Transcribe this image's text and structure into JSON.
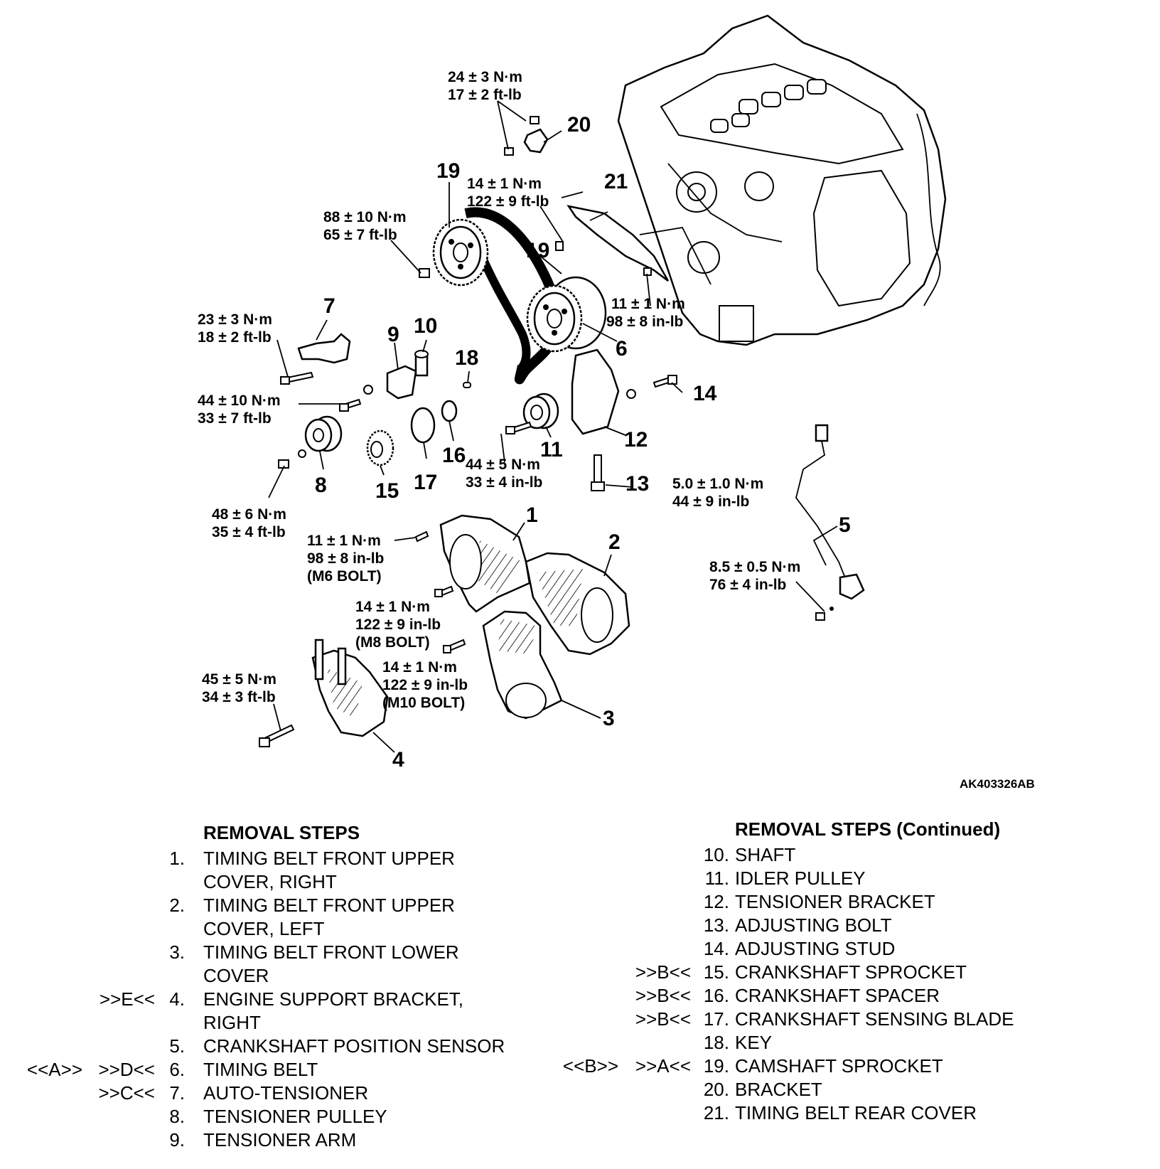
{
  "figure": {
    "id": "AK403326AB",
    "callouts": {
      "c1": "1",
      "c2": "2",
      "c3": "3",
      "c4": "4",
      "c5": "5",
      "c6": "6",
      "c7": "7",
      "c8": "8",
      "c9": "9",
      "c10": "10",
      "c11": "11",
      "c12": "12",
      "c13": "13",
      "c14": "14",
      "c15": "15",
      "c16": "16",
      "c17": "17",
      "c18": "18",
      "c19a": "19",
      "c19b": "19",
      "c20": "20",
      "c21": "21"
    },
    "torques": {
      "t20": [
        "24 ± 3 N·m",
        "17 ± 2 ft-lb"
      ],
      "t19a": [
        "88 ± 10 N·m",
        "65 ± 7 ft-lb"
      ],
      "t19b": [
        "14 ± 1 N·m",
        "122 ± 9 ft-lb"
      ],
      "t21": [
        "11 ± 1 N·m",
        "98 ± 8 in-lb"
      ],
      "t7": [
        "23 ± 3 N·m",
        "18 ± 2 ft-lb"
      ],
      "t9": [
        "44 ± 10 N·m",
        "33 ± 7 ft-lb"
      ],
      "t11": [
        "44 ± 5 N·m",
        "33 ± 4 in-lb"
      ],
      "t13": [
        "5.0 ± 1.0 N·m",
        "44 ± 9 in-lb"
      ],
      "t8": [
        "48 ± 6 N·m",
        "35 ± 4 ft-lb"
      ],
      "t1": [
        "11 ± 1 N·m",
        "98 ± 8 in-lb",
        "(M6 BOLT)"
      ],
      "t2": [
        "14 ± 1 N·m",
        "122 ± 9 in-lb",
        "(M8 BOLT)"
      ],
      "t3": [
        "14 ± 1 N·m",
        "122 ± 9 in-lb",
        "(M10 BOLT)"
      ],
      "t4": [
        "45 ± 5 N·m",
        "34 ± 3 ft-lb"
      ],
      "t5": [
        "8.5 ± 0.5 N·m",
        "76 ± 4 in-lb"
      ]
    }
  },
  "removal_steps": {
    "title": "REMOVAL STEPS",
    "items": [
      {
        "marker1": "",
        "marker2": "",
        "num": "1.",
        "lines": [
          "TIMING BELT FRONT UPPER",
          "COVER, RIGHT"
        ]
      },
      {
        "marker1": "",
        "marker2": "",
        "num": "2.",
        "lines": [
          "TIMING BELT FRONT UPPER",
          "COVER, LEFT"
        ]
      },
      {
        "marker1": "",
        "marker2": "",
        "num": "3.",
        "lines": [
          "TIMING BELT FRONT LOWER",
          "COVER"
        ]
      },
      {
        "marker1": "",
        "marker2": ">>E<<",
        "num": "4.",
        "lines": [
          "ENGINE SUPPORT BRACKET,",
          "RIGHT"
        ]
      },
      {
        "marker1": "",
        "marker2": "",
        "num": "5.",
        "lines": [
          "CRANKSHAFT POSITION SENSOR"
        ]
      },
      {
        "marker1": "<<A>>",
        "marker2": ">>D<<",
        "num": "6.",
        "lines": [
          "TIMING BELT"
        ]
      },
      {
        "marker1": "",
        "marker2": ">>C<<",
        "num": "7.",
        "lines": [
          "AUTO-TENSIONER"
        ]
      },
      {
        "marker1": "",
        "marker2": "",
        "num": "8.",
        "lines": [
          "TENSIONER PULLEY"
        ]
      },
      {
        "marker1": "",
        "marker2": "",
        "num": "9.",
        "lines": [
          "TENSIONER ARM"
        ]
      }
    ]
  },
  "removal_steps_continued": {
    "title": "REMOVAL STEPS (Continued)",
    "items": [
      {
        "marker1": "",
        "marker2": "",
        "num": "10.",
        "text": "SHAFT"
      },
      {
        "marker1": "",
        "marker2": "",
        "num": "11.",
        "text": "IDLER PULLEY"
      },
      {
        "marker1": "",
        "marker2": "",
        "num": "12.",
        "text": "TENSIONER BRACKET"
      },
      {
        "marker1": "",
        "marker2": "",
        "num": "13.",
        "text": "ADJUSTING BOLT"
      },
      {
        "marker1": "",
        "marker2": "",
        "num": "14.",
        "text": "ADJUSTING STUD"
      },
      {
        "marker1": "",
        "marker2": ">>B<<",
        "num": "15.",
        "text": "CRANKSHAFT SPROCKET"
      },
      {
        "marker1": "",
        "marker2": ">>B<<",
        "num": "16.",
        "text": "CRANKSHAFT SPACER"
      },
      {
        "marker1": "",
        "marker2": ">>B<<",
        "num": "17.",
        "text": "CRANKSHAFT SENSING BLADE"
      },
      {
        "marker1": "",
        "marker2": "",
        "num": "18.",
        "text": "KEY"
      },
      {
        "marker1": "<<B>>",
        "marker2": ">>A<<",
        "num": "19.",
        "text": "CAMSHAFT SPROCKET"
      },
      {
        "marker1": "",
        "marker2": "",
        "num": "20.",
        "text": "BRACKET"
      },
      {
        "marker1": "",
        "marker2": "",
        "num": "21.",
        "text": "TIMING BELT REAR COVER"
      }
    ]
  }
}
